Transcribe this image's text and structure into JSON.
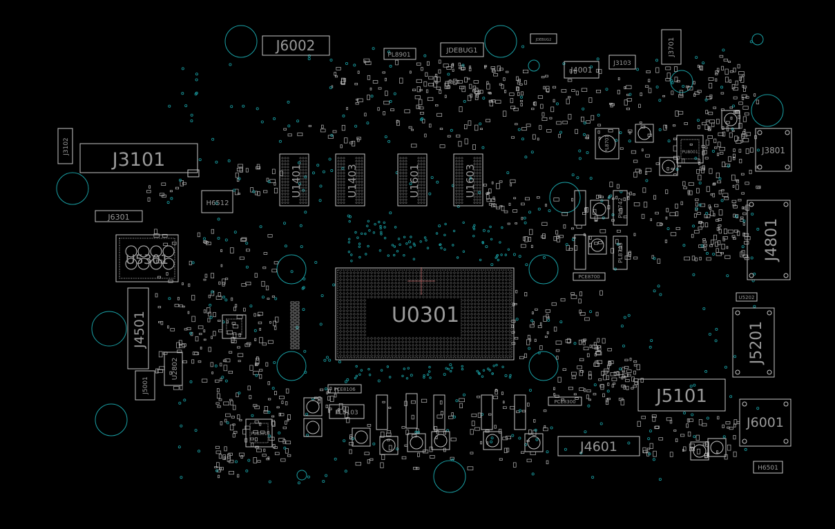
{
  "view": {
    "background": "#000000",
    "outline_color": "#c8c8c8",
    "hole_color": "#1aa3a8",
    "label_color": "#9a9a9a"
  },
  "labels": {
    "J6002": "J6002",
    "JDEBUG1": "JDEBUG1",
    "JDEBUG2": "JDEBUG2",
    "PL8901": "PL8901",
    "J4001": "J4001",
    "J3103": "J3103",
    "J3701": "J3701",
    "J3102": "J3102",
    "J3101": "J3101",
    "J3801": "J3801",
    "H6512": "H6512",
    "J6301": "J6301",
    "U5301": "U5301",
    "U1401": "U1401",
    "U1403": "U1403",
    "U1601": "U1601",
    "U1603": "U1603",
    "U0301": "U0301",
    "J4801": "J4801",
    "J4501": "J4501",
    "U2802": "U2802",
    "J5001": "J5001",
    "J5201": "J5201",
    "U5202": "U5202",
    "J5101": "J5101",
    "J6001": "J6001",
    "J4601": "J4601",
    "H6501": "H6501",
    "PCE8700": "PCE8700",
    "PCE8106": "PCE8106",
    "PCE8300": "PCE8300",
    "PL8103": "PL8103",
    "PL8742": "PL8742",
    "PL8743": "PL8743",
    "PL8701": "PL8701",
    "PU8301": "PU8301",
    "PU8001": "PU8001"
  }
}
